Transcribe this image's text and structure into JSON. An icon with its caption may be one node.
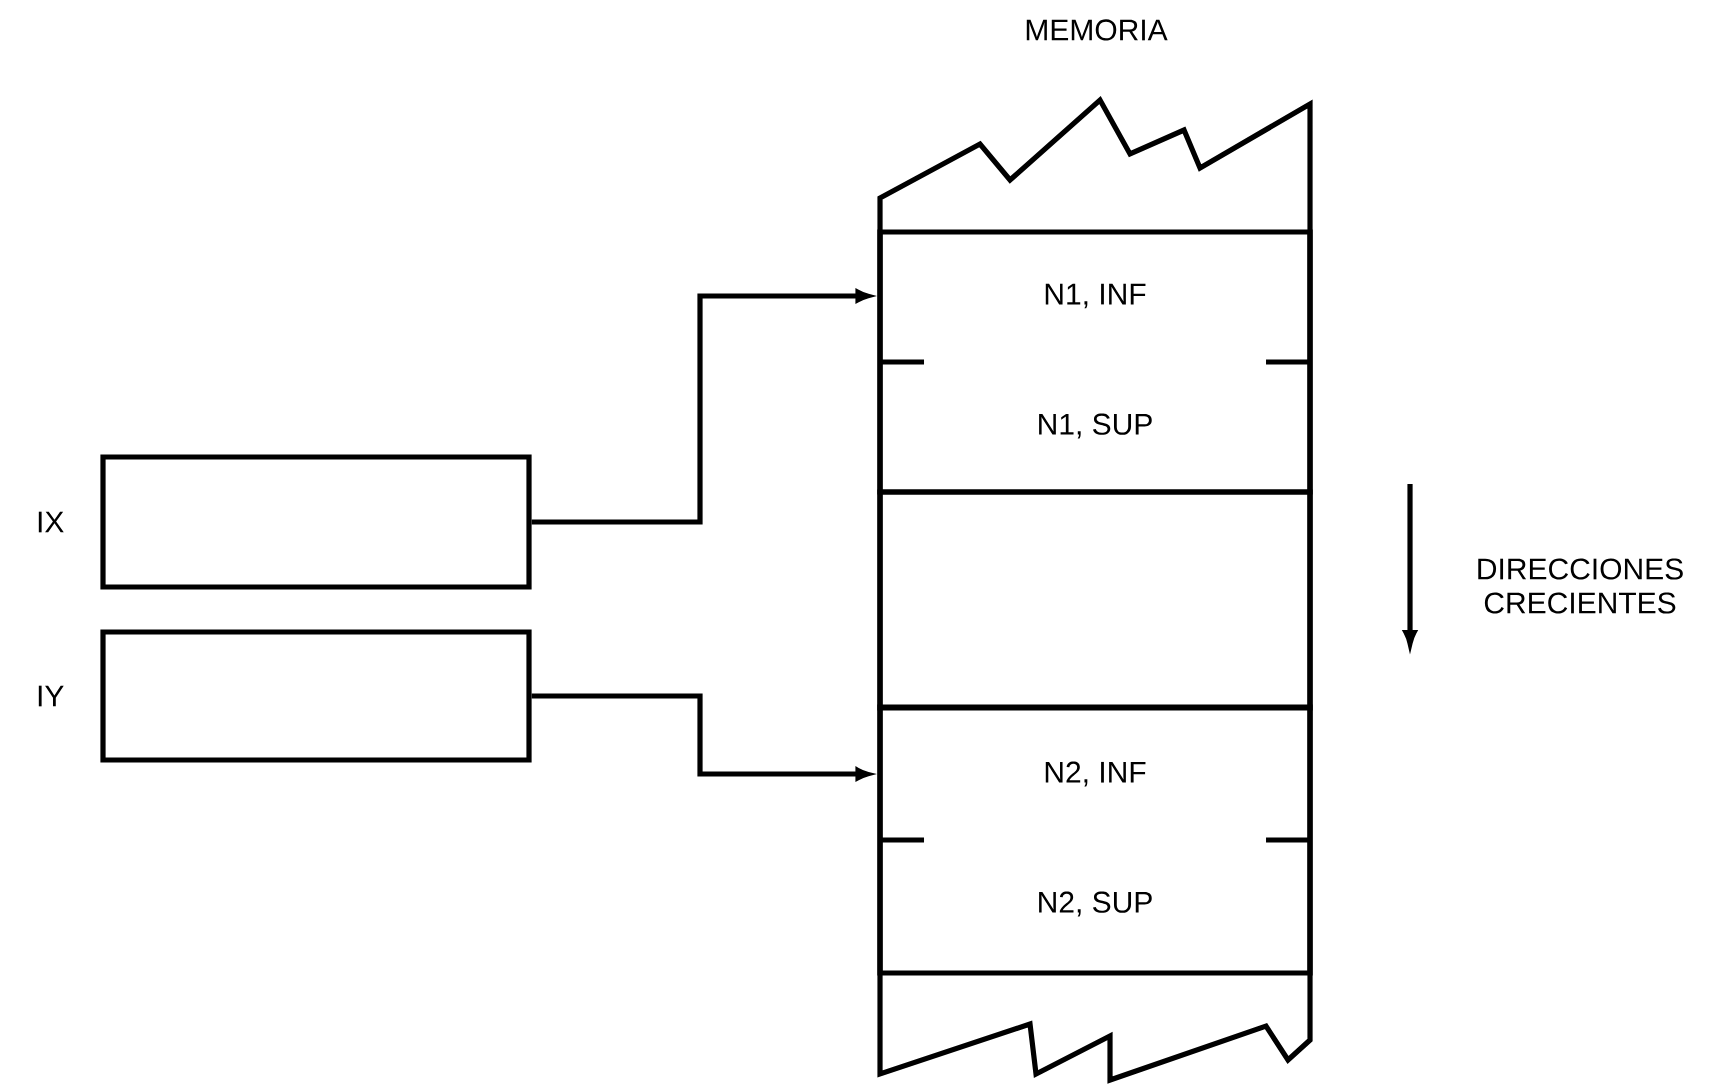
{
  "diagram": {
    "nodes": [
      {
        "text": [
          "IX"
        ]
      },
      {
        "text": [
          "IY"
        ]
      },
      {
        "text": [
          "MEMORIA"
        ]
      },
      {
        "text": [
          "N1, INF",
          "N1, SUP"
        ],
        "in": 2
      },
      {
        "text": [],
        "shape": "box",
        "in": 2
      },
      {
        "text": [
          "N2, INF",
          "N2, SUP"
        ],
        "in": 2
      }
    ],
    "edges": [
      {
        "from": 0,
        "to": 3,
        "arrow": "to"
      },
      {
        "from": 1,
        "to": 5,
        "arrow": "to"
      }
    ],
    "labels": [
      "DIRECCIONES CRECIENTES"
    ]
  }
}
